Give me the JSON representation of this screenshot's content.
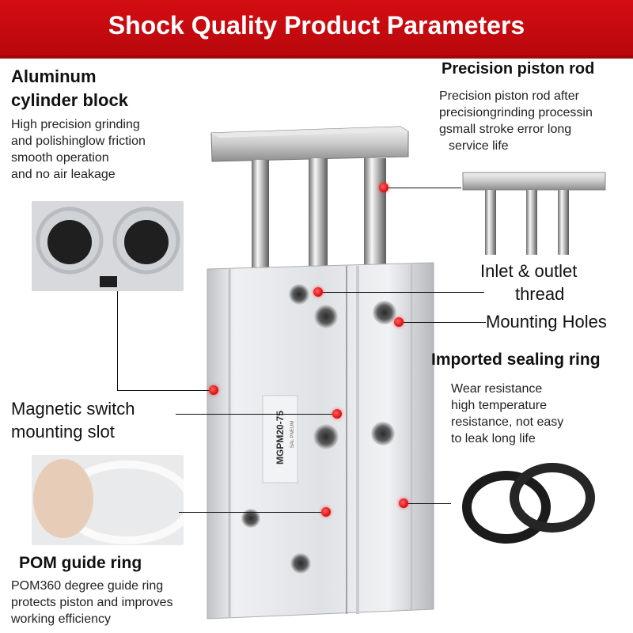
{
  "banner": {
    "title": "Shock Quality Product Parameters",
    "color": "#cc0a0f"
  },
  "features": {
    "aluminum": {
      "heading": "Aluminum cylinder block",
      "heading_line1": "Aluminum",
      "heading_line2": "cylinder block",
      "lines": [
        "High precision grinding",
        "and polishinglow friction",
        "smooth operation",
        "and no air leakage"
      ]
    },
    "piston_rod": {
      "heading": "Precision piston rod",
      "lines": [
        "Precision piston rod after",
        "precisiongrinding processin",
        "gsmall stroke error long",
        "service life"
      ]
    },
    "inlet": {
      "line1": "Inlet & outlet",
      "line2": "thread"
    },
    "mounting": {
      "label": "Mounting Holes"
    },
    "sealing": {
      "heading": "Imported sealing ring",
      "lines": [
        "Wear resistance",
        "high temperature",
        "resistance, not easy",
        "to leak long life"
      ]
    },
    "magnetic": {
      "line1": "Magnetic switch",
      "line2": "mounting slot"
    },
    "pom": {
      "heading": "POM guide ring",
      "lines": [
        "POM360 degree guide ring",
        "protects piston and improves",
        "working efficiency"
      ]
    }
  },
  "product": {
    "model_label": "MGPM20-75",
    "small_label": "SAL PNEUM"
  }
}
